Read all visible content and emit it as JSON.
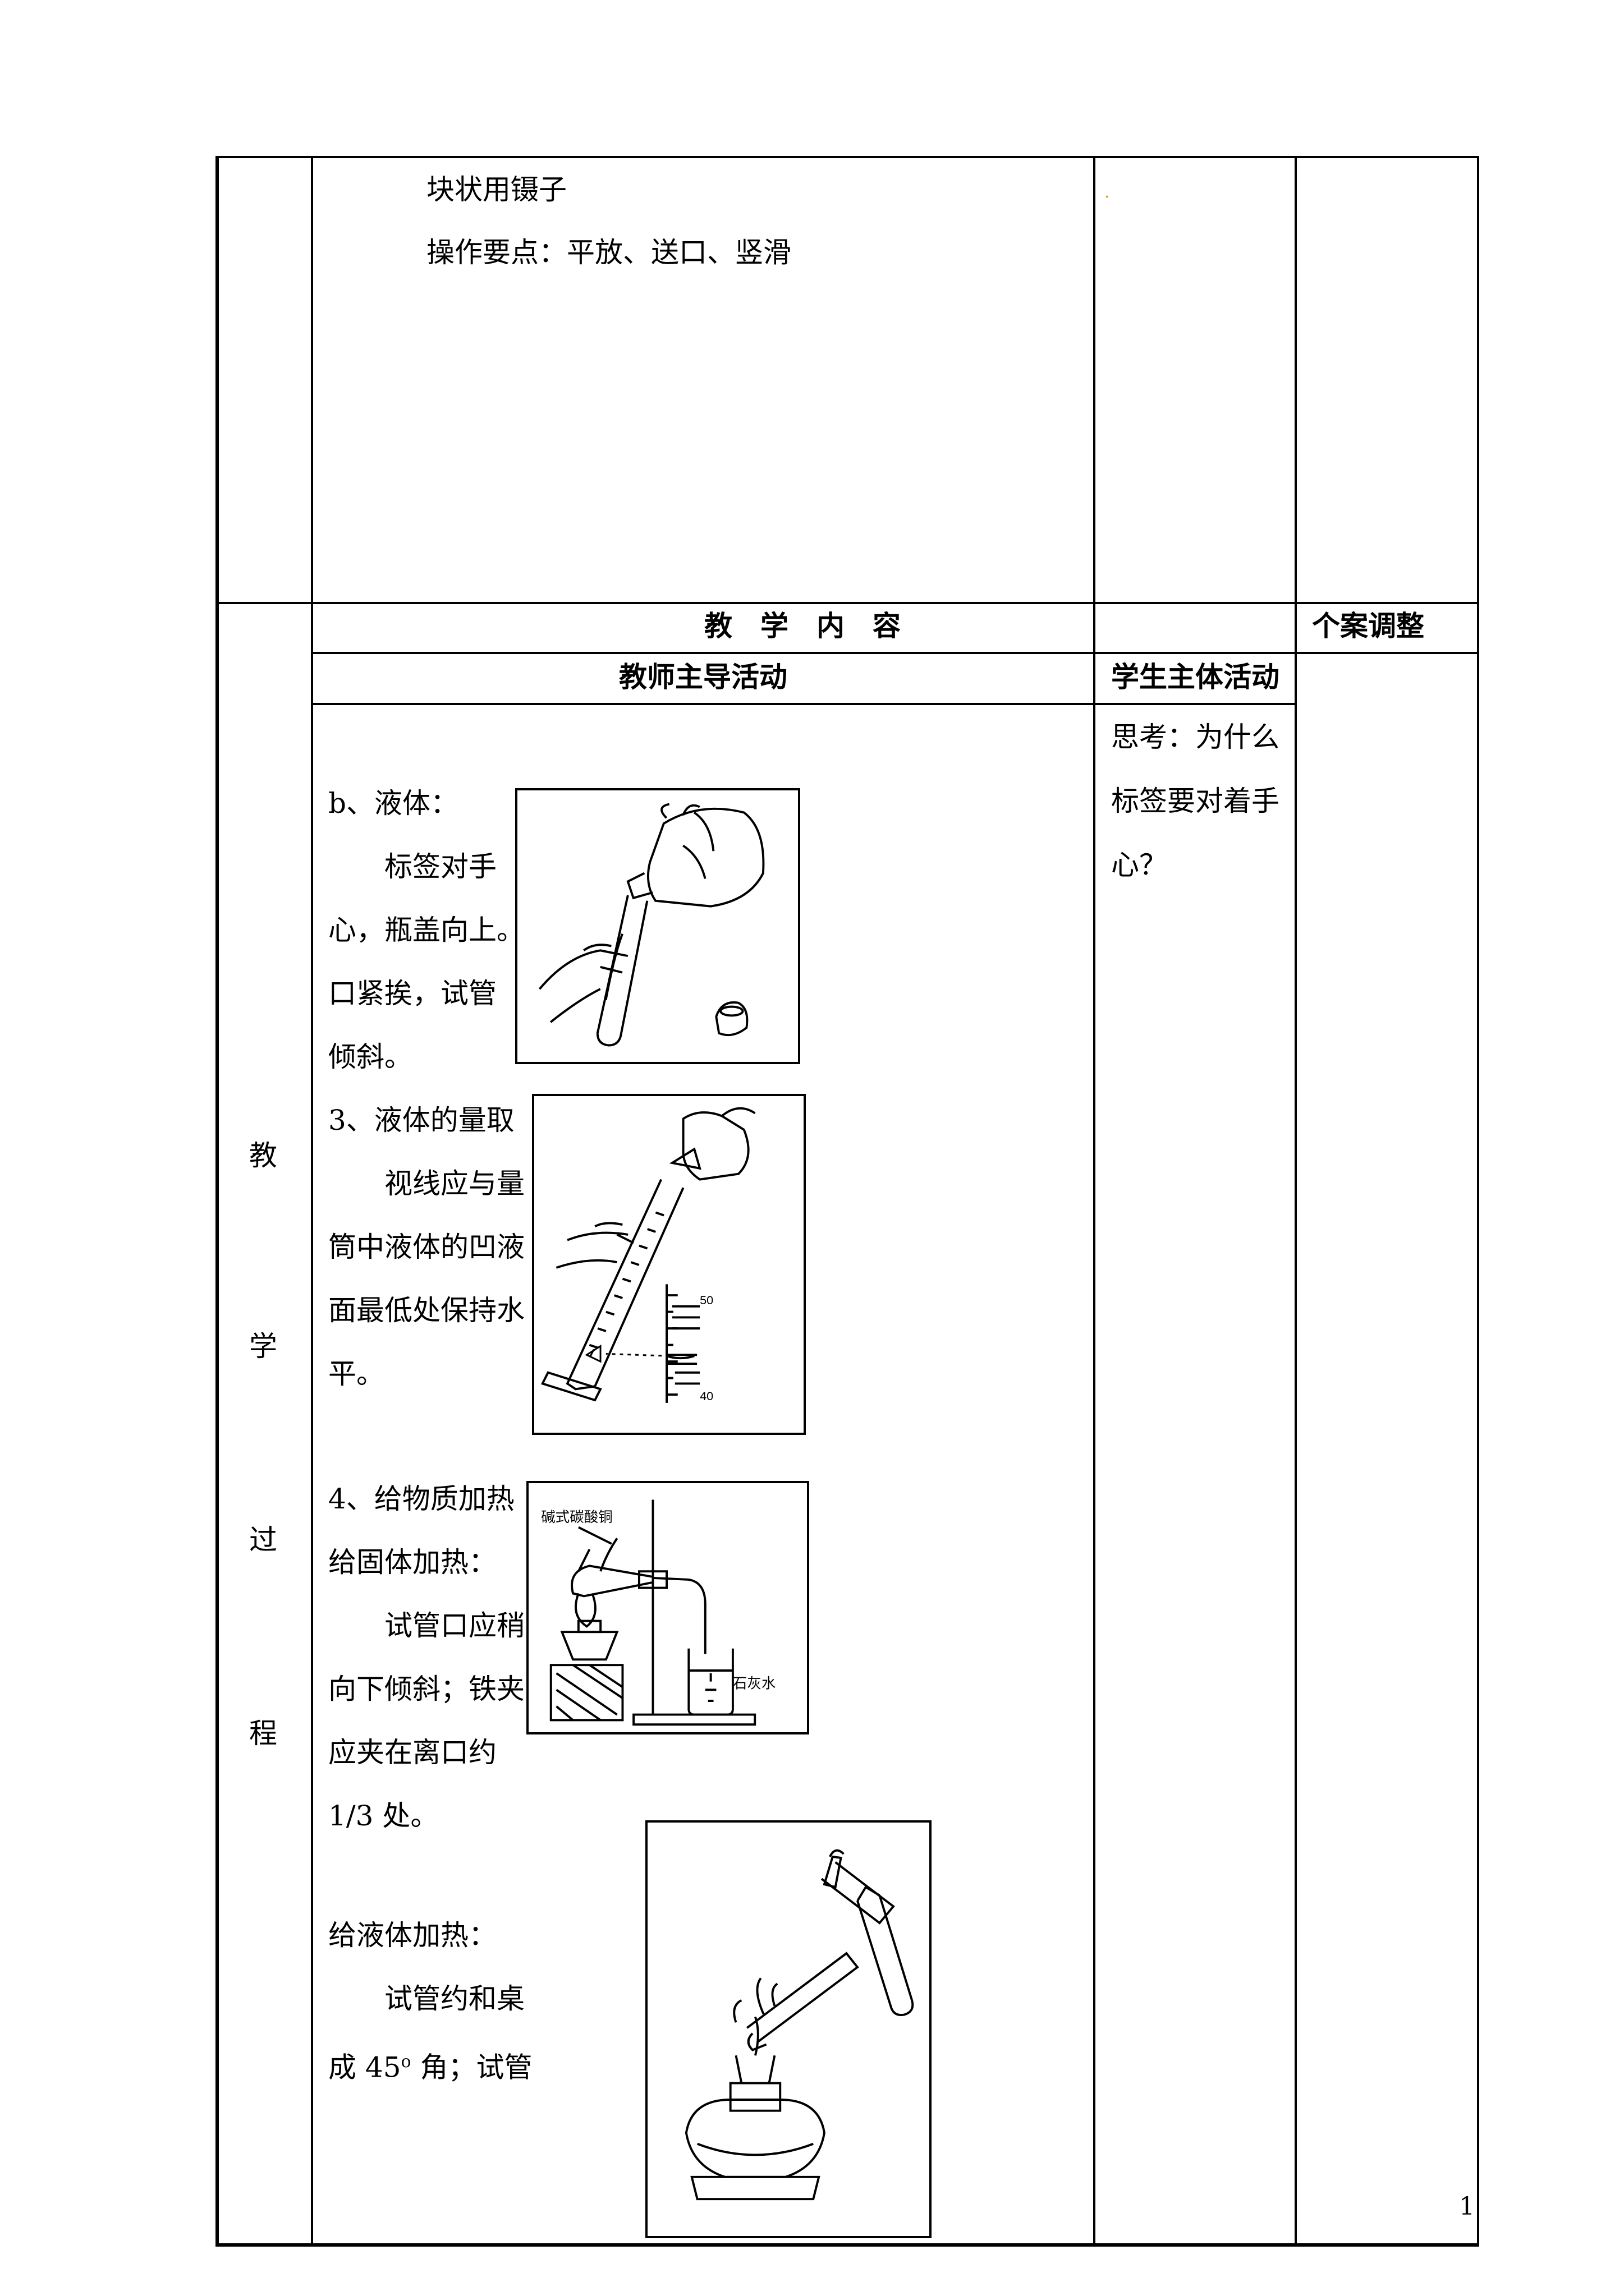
{
  "top_cell": {
    "line1": "块状用镊子",
    "line2": "操作要点：平放、送口、竖滑"
  },
  "header": {
    "teaching_content": "教　学　内　容",
    "individual_adjust": "个案调整",
    "teacher_activity": "教师主导活动",
    "student_activity": "学生主体活动"
  },
  "side_label": [
    "教",
    "学",
    "过",
    "程"
  ],
  "student_text": [
    "思考：为什么",
    "标签要对着手",
    "心？"
  ],
  "liquid": {
    "title": "b、液体：",
    "lines": [
      "　　标签对手",
      "心，瓶盖向上。",
      "口紧挨，试管",
      "倾斜。"
    ]
  },
  "measure": {
    "title": "3、液体的量取",
    "lines": [
      "　　视线应与量",
      "筒中液体的凹液",
      "面最低处保持水",
      "平。"
    ],
    "scale_top": "50",
    "scale_bottom": "40"
  },
  "heating": {
    "title": "4、给物质加热",
    "solid_title": "给固体加热：",
    "solid_lines": [
      "　　试管口应稍",
      "向下倾斜；铁夹",
      "应夹在离口约",
      "1/3 处。"
    ],
    "label_chem": "碱式碳酸铜",
    "label_water": "石灰水",
    "liquid_title": "给液体加热：",
    "liquid_line1": "　　试管约和桌",
    "liquid_line2_pre": "成 45",
    "liquid_line2_sup": "o",
    "liquid_line2_post": " 角；试管"
  },
  "page_number": "1"
}
